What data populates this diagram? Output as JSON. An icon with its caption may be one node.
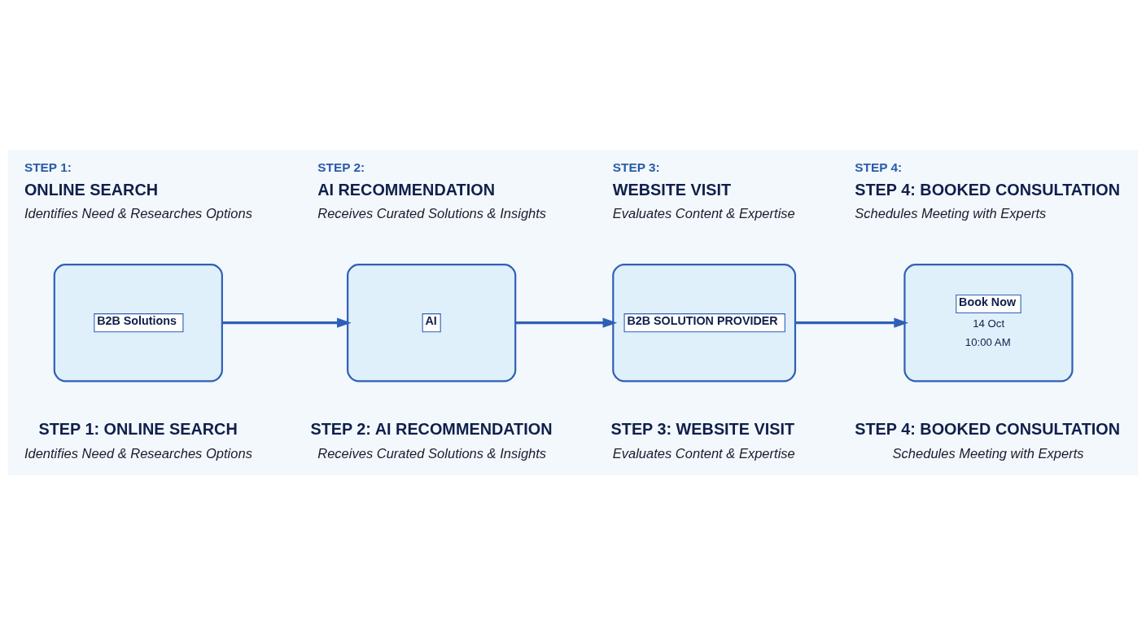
{
  "diagram": {
    "nodes": [
      {
        "text": [
          "STEP 1:",
          "ONLINE SEARCH",
          "Identifies Need & Researches Options"
        ]
      },
      {
        "text": [
          "STEP 2:",
          "AI RECOMMENDATION",
          "Receives Curated Solutions & Insights"
        ]
      },
      {
        "text": [
          "STEP 3:",
          "WEBSITE VISIT",
          "Evaluates Content & Expertise"
        ]
      },
      {
        "text": [
          "STEP 4:",
          "STEP 4: BOOKED CONSULTATION",
          "Schedules Meeting with Experts"
        ]
      },
      {
        "text": [
          "B2B Solutions"
        ]
      },
      {
        "text": [
          "AI"
        ]
      },
      {
        "text": [
          "B2B SOLUTION PROVIDER"
        ]
      },
      {
        "text": [
          "Book Now",
          "14 Oct",
          "10:00 AM"
        ]
      },
      {
        "text": [
          "STEP 1: ONLINE SEARCH",
          "Identifies Need & Researches Options"
        ]
      },
      {
        "text": [
          "STEP 2: AI RECOMMENDATION",
          "Receives Curated Solutions & Insights"
        ]
      },
      {
        "text": [
          "STEP 3: WEBSITE VISIT",
          "Evaluates Content & Expertise"
        ]
      },
      {
        "text": [
          "STEP 4: BOOKED CONSULTATION",
          "Schedules Meeting with Experts"
        ]
      }
    ],
    "edges": [
      {
        "from": 4,
        "to": 5,
        "arrow": "to"
      },
      {
        "from": 5,
        "to": 6,
        "arrow": "to"
      },
      {
        "from": 6,
        "to": 7,
        "arrow": "to"
      }
    ]
  }
}
